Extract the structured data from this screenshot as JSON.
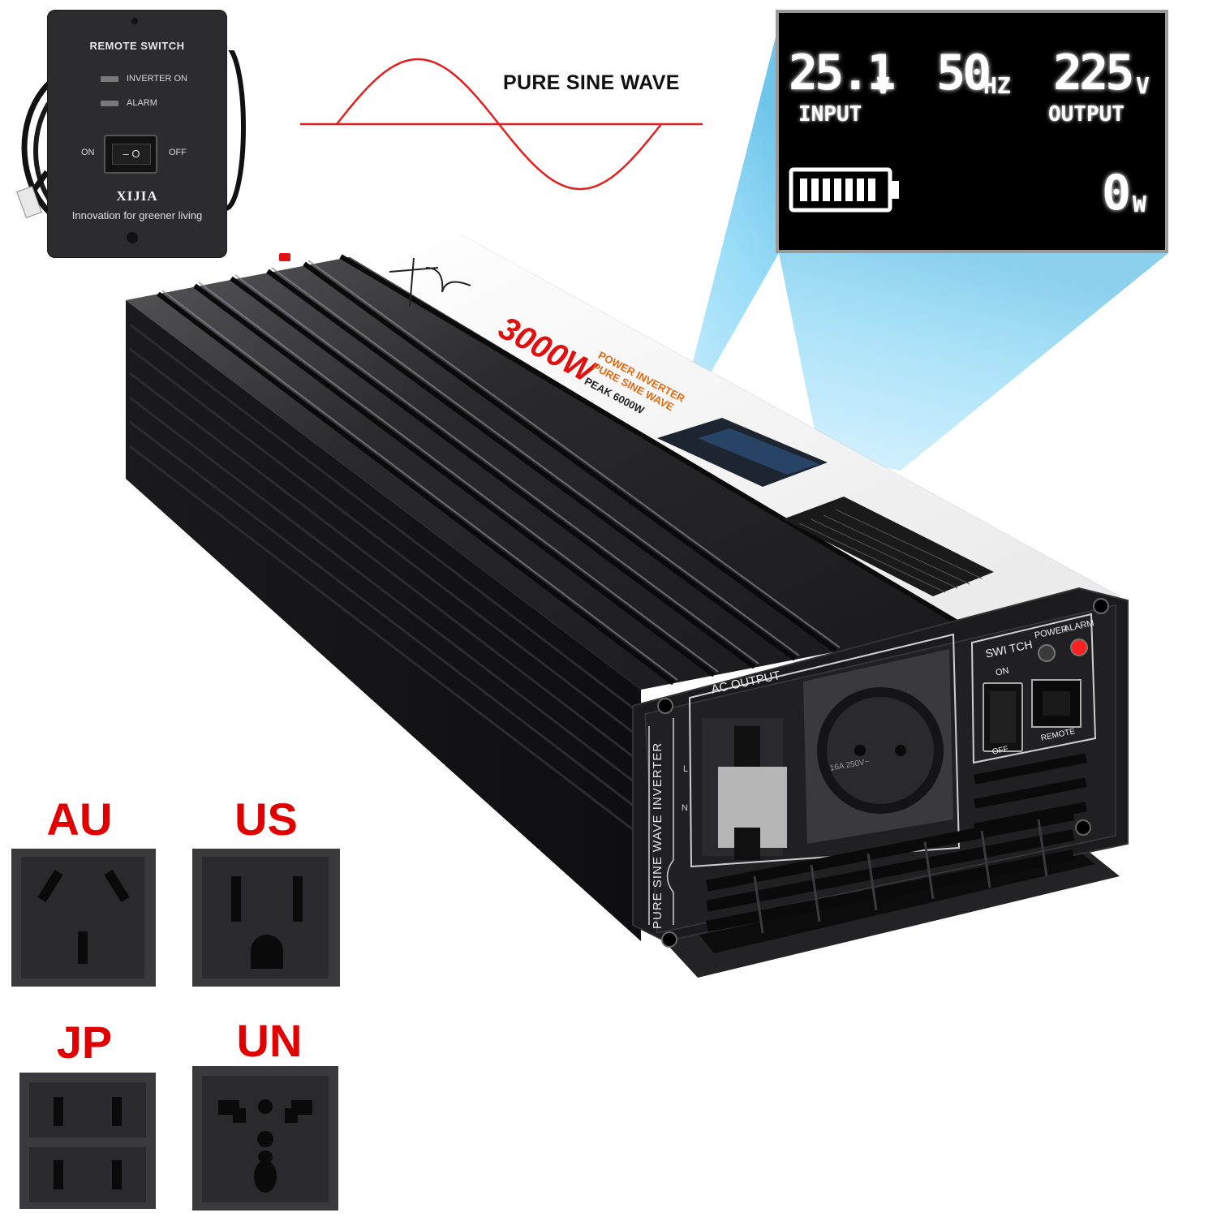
{
  "remote_switch": {
    "title": "REMOTE SWITCH",
    "indicators": [
      {
        "label": "INVERTER ON"
      },
      {
        "label": "ALARM"
      }
    ],
    "on_label": "ON",
    "off_label": "OFF",
    "switch_symbols": "– O",
    "brand": "XIJIA",
    "slogan": "Innovation for greener living"
  },
  "sine_wave": {
    "label": "PURE SINE WAVE",
    "color": "#e02020"
  },
  "lcd_display": {
    "input_voltage": "25.1",
    "input_voltage_unit": "V",
    "frequency": "50",
    "frequency_unit": "HZ",
    "output_voltage": "225",
    "output_voltage_unit": "V",
    "input_label": "INPUT",
    "output_label": "OUTPUT",
    "battery_icon": "battery-full-icon",
    "power_value": "0",
    "power_unit": "W"
  },
  "inverter": {
    "power_rating": "3000W",
    "subtitle_line1": "POWER INVERTER",
    "subtitle_line2": "PURE SINE WAVE",
    "peak": "PEAK 6000W",
    "side_label": "PURE  SINE WAVE INVERTER",
    "ac_output_label": "AC OUTPUT",
    "switch_label": "SWI TCH",
    "switch_on": "ON",
    "switch_off": "OFF",
    "power_led_label": "POWER",
    "alarm_led_label": "ALARM",
    "remote_port_label": "REMOTE",
    "socket_rating": "16A 250V~",
    "terminal_l": "L",
    "terminal_n": "N",
    "body_color": "#1c1c1e",
    "accent_red": "#e01010"
  },
  "plug_types": [
    {
      "label": "AU",
      "icon": "au-socket-icon"
    },
    {
      "label": "US",
      "icon": "us-socket-icon"
    },
    {
      "label": "JP",
      "icon": "jp-socket-icon"
    },
    {
      "label": "UN",
      "icon": "universal-socket-icon"
    }
  ]
}
